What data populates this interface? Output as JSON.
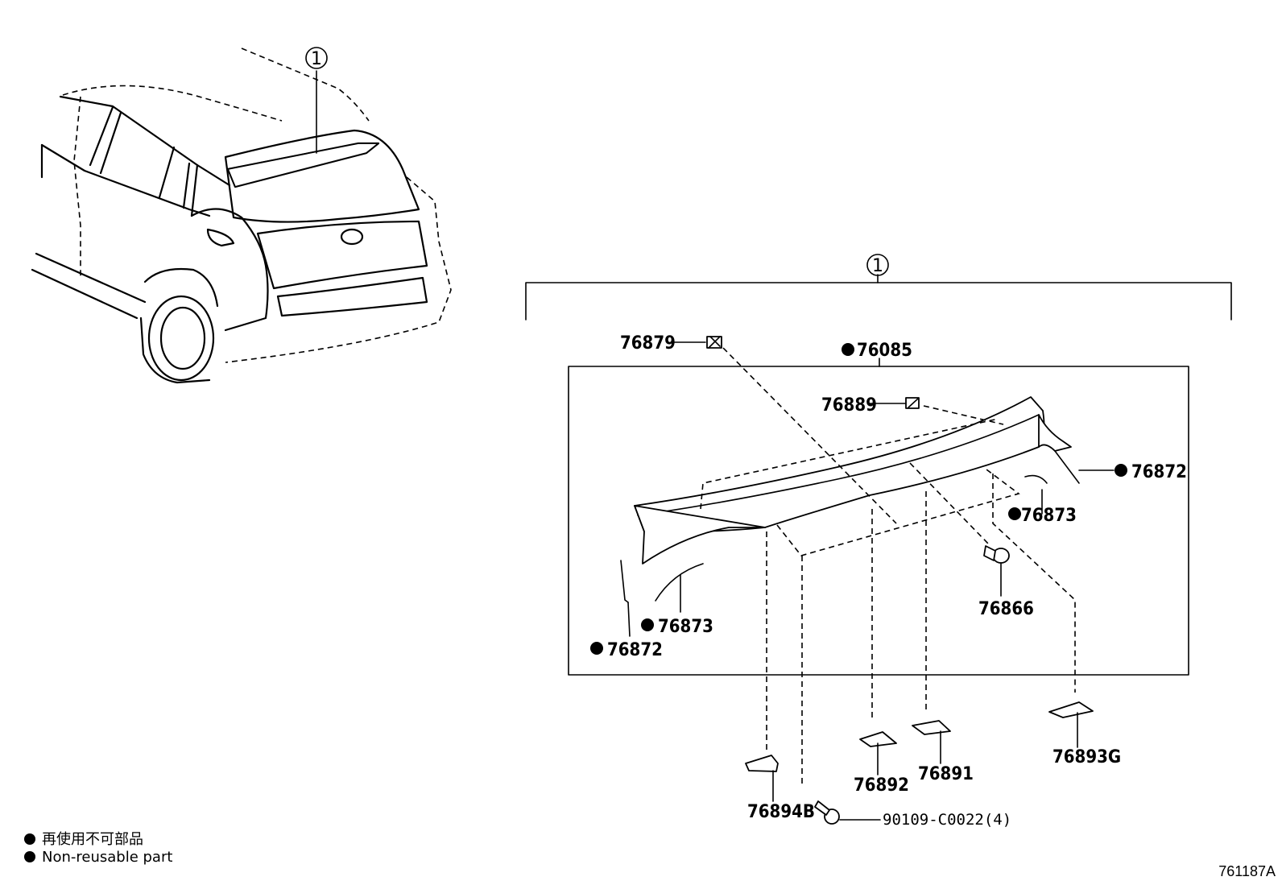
{
  "callout_number": "1",
  "parts": {
    "p76879": "76879",
    "p76085": "76085",
    "p76889": "76889",
    "p76872_right": "76872",
    "p76873_right": "76873",
    "p76866": "76866",
    "p76873_left": "76873",
    "p76872_left": "76872",
    "p76894b": "76894B",
    "p76892": "76892",
    "p76891": "76891",
    "p76893g": "76893G",
    "bolt": "90109-C0022(4)"
  },
  "legend": {
    "line_jp": "再使用不可部品",
    "line_en": "Non-reusable part"
  },
  "diagram_ref": "761187A"
}
